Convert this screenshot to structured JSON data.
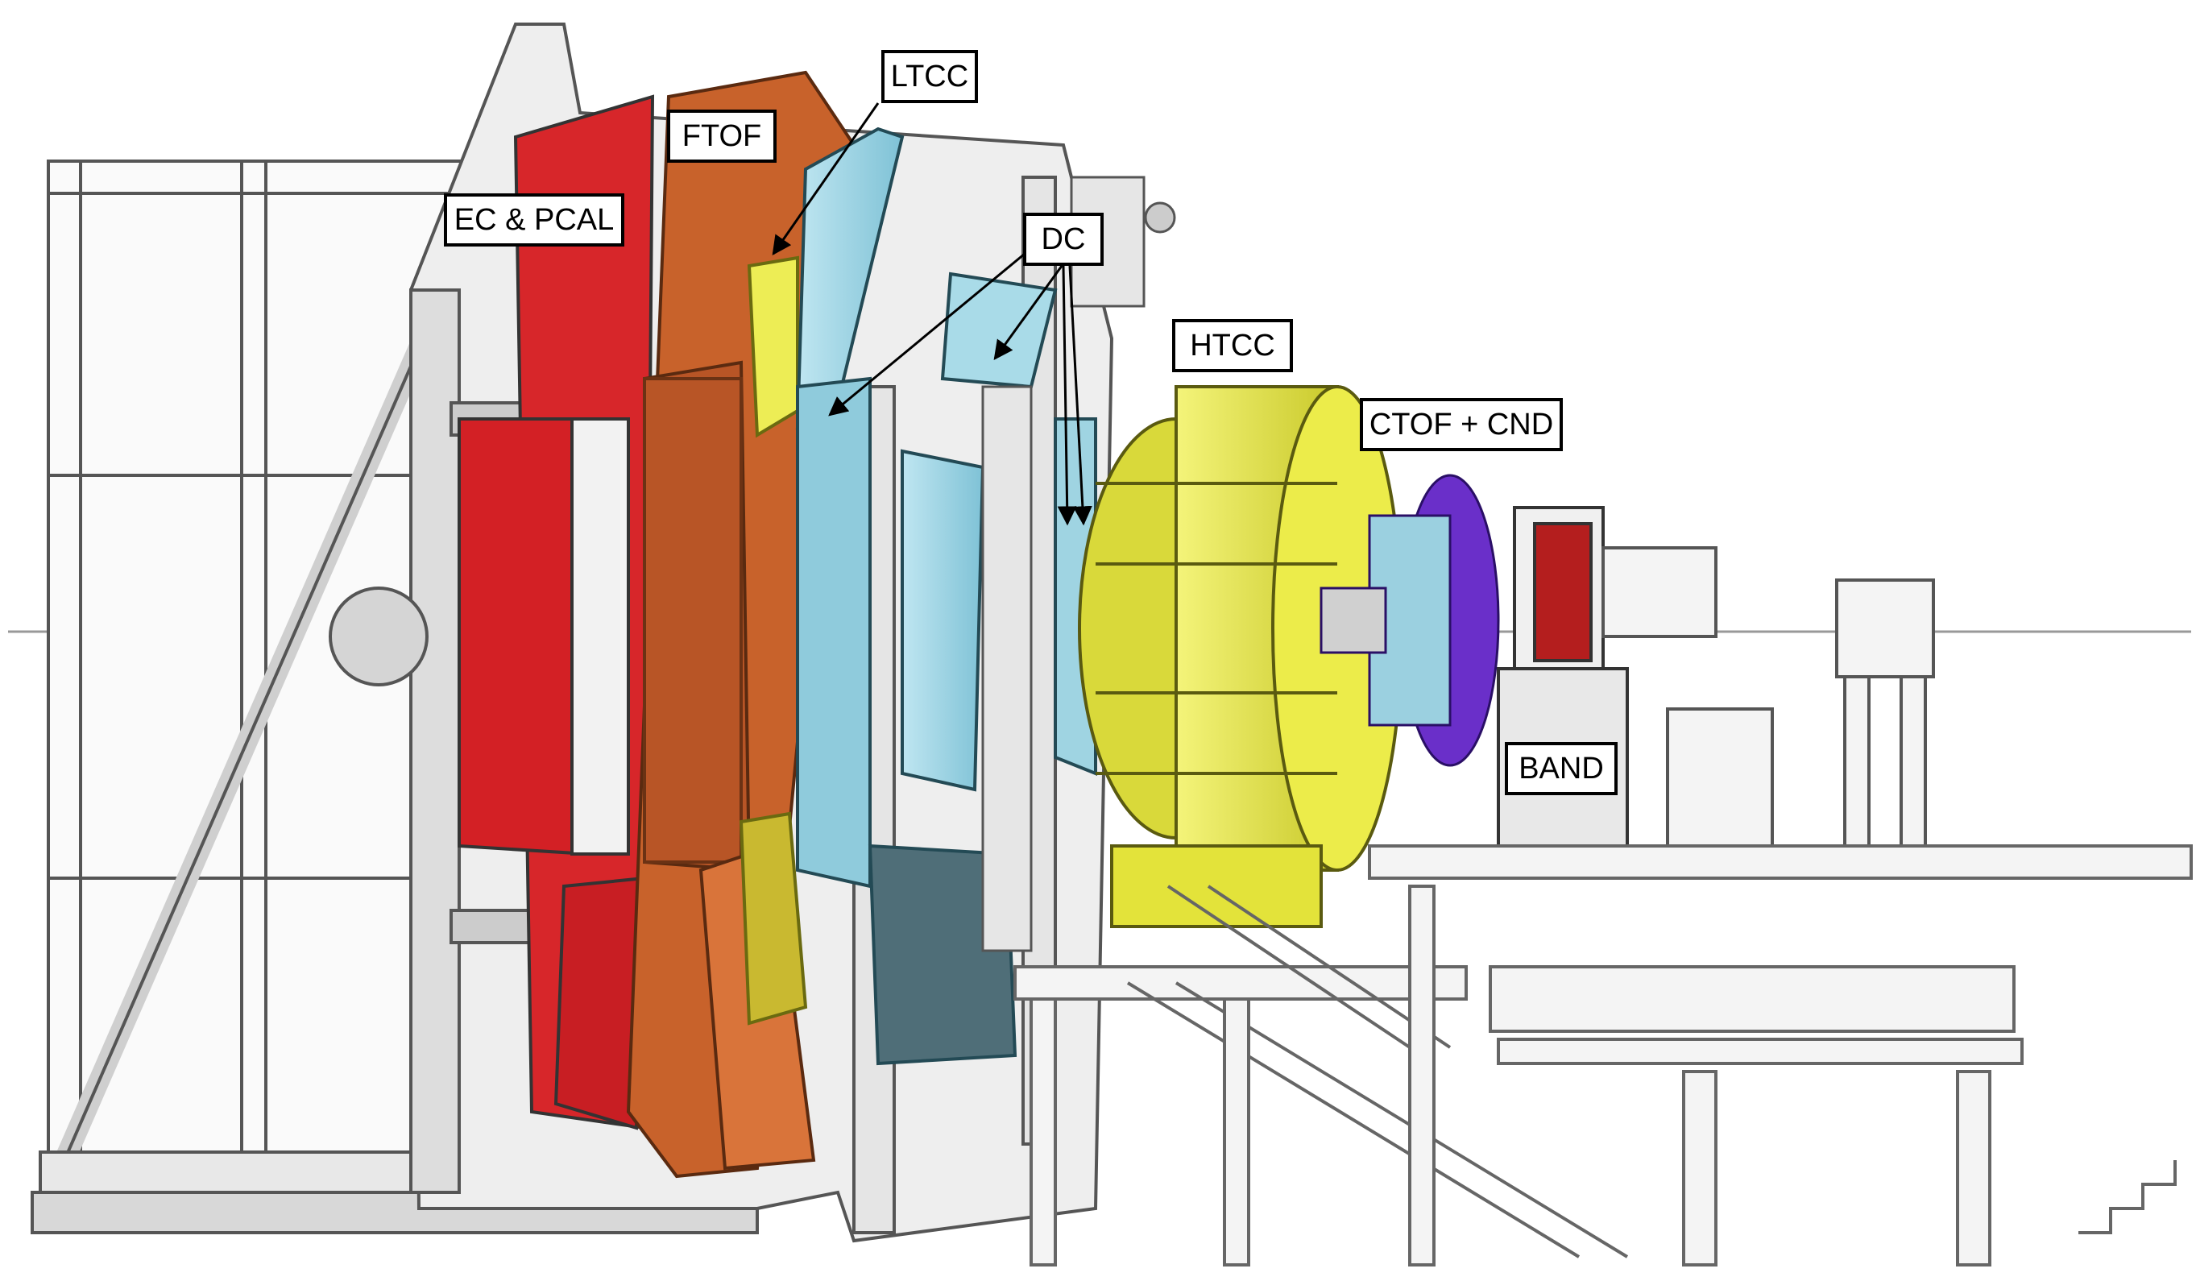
{
  "labels": {
    "ltcc": "LTCC",
    "ftof": "FTOF",
    "ec_pcal": "EC & PCAL",
    "dc": "DC",
    "htcc": "HTCC",
    "ctof_cnd": "CTOF + CND",
    "band": "BAND"
  },
  "colors": {
    "ec_pcal": "#d7262a",
    "ftof": "#c8622b",
    "ltcc": "#e8e84a",
    "dc": "#9fd4e2",
    "htcc": "#e6e63a",
    "ctof_cnd": "#6a2fc9",
    "band": "#b41e1e",
    "frame": "#8a8a8a"
  }
}
